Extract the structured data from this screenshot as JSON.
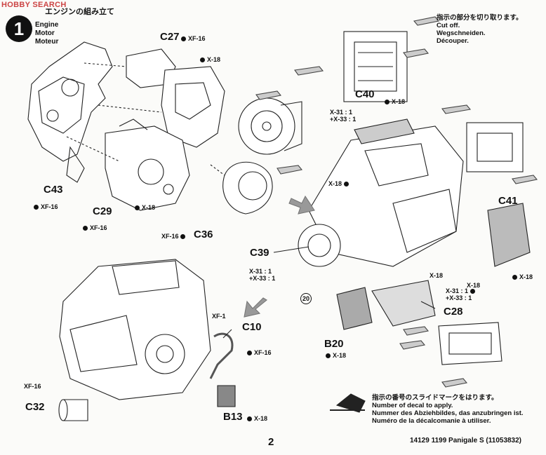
{
  "watermark": "HOBBY SEARCH",
  "step": {
    "number": "1",
    "jp_title": "エンジンの組み立て",
    "title_en": "Engine",
    "title_de": "Motor",
    "title_fr": "Moteur"
  },
  "cutoff_note": {
    "jp": "指示の部分を切り取ります。",
    "en": "Cut off.",
    "de": "Wegschneiden.",
    "fr": "Découper."
  },
  "decal_note": {
    "jp": "指示の番号のスライドマークをはります。",
    "en": "Number of decal to apply.",
    "de": "Nummer des Abziehbildes, das anzubringen ist.",
    "fr": "Numéro de la décalcomanie à utiliser."
  },
  "parts": {
    "c27": "C27",
    "c27_screw": "XF-16",
    "c27_x": "X-18",
    "c43": "C43",
    "c43_screw": "XF-16",
    "c29": "C29",
    "c29_screw": "XF-16",
    "c29_x": "X-18",
    "c36": "C36",
    "c36_screw": "XF-16",
    "c40": "C40",
    "c40_x": "X-18",
    "c40_mix1": "X-31 : 1",
    "c40_mix2": "+X-33 : 1",
    "x18_mid": "X-18",
    "c41": "C41",
    "c41_x": "X-18",
    "c39": "C39",
    "c39_mix1": "X-31 : 1",
    "c39_mix2": "+X-33 : 1",
    "decal_no": "20",
    "c28": "C28",
    "c28_mix1": "X-31 : 1",
    "c28_mix2": "+X-33 : 1",
    "x18_c28": "X-18",
    "x18_c41b": "X-18",
    "b20": "B20",
    "b20_x": "X-18",
    "c10": "C10",
    "c10_xf1": "XF-1",
    "c10_screw": "XF-16",
    "c32": "C32",
    "c32_screw": "XF-16",
    "b13": "B13",
    "b13_x": "X-18"
  },
  "page_number": "2",
  "footer": "14129 1199 Panigale S (11053832)"
}
